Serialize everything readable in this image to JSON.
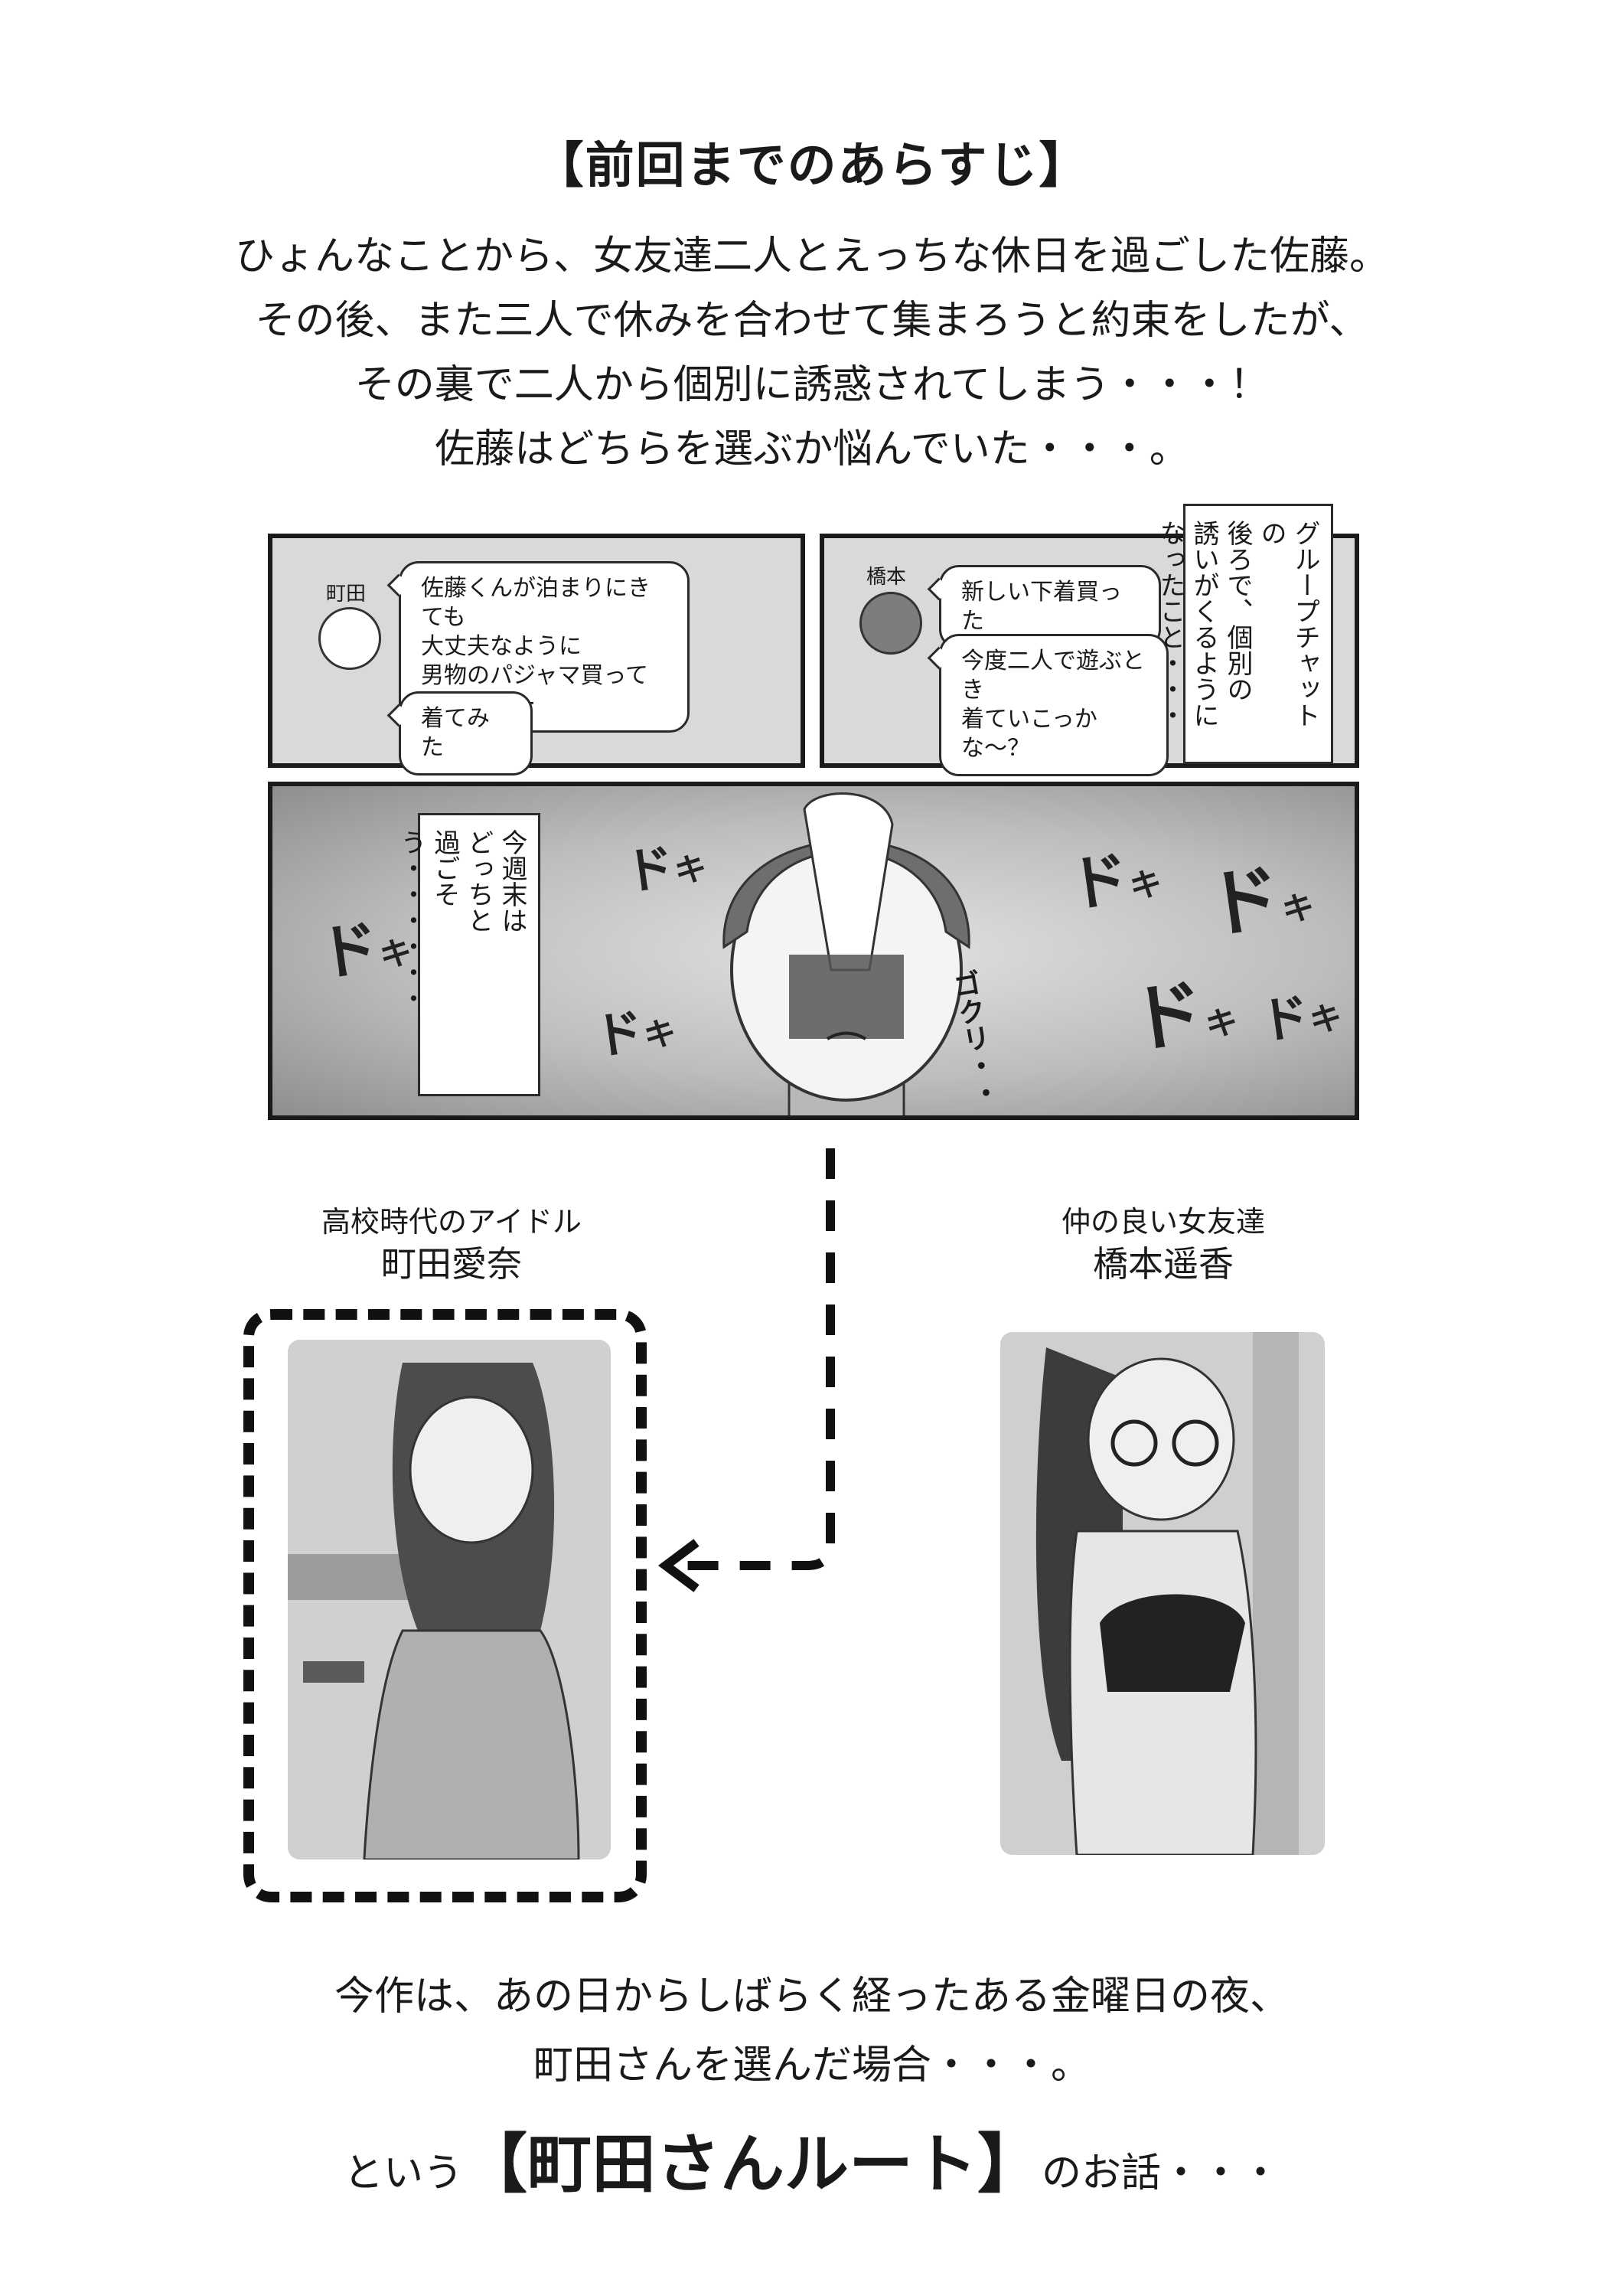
{
  "title": "【前回までのあらすじ】",
  "intro": [
    "ひょんなことから、女友達二人とえっちな休日を過ごした佐藤。",
    "その後、また三人で休みを合わせて集まろうと約束をしたが、",
    "その裏で二人から個別に誘惑されてしまう・・・！",
    "佐藤はどちらを選ぶか悩んでいた・・・。"
  ],
  "chat_left": {
    "name": "町田",
    "messages": [
      "佐藤くんが泊まりにきても\n大丈夫なように\n男物のパジャマ買って\nおいたよー",
      "着てみた"
    ]
  },
  "chat_right": {
    "name": "橋本",
    "messages": [
      "新しい下着買った",
      "今度二人で遊ぶとき\n着ていこっかな〜？"
    ]
  },
  "caption_top": "グループチャットの\n後ろで、個別の\n誘いがくるように\nなったこと・・・",
  "caption_mid": "今週末は\nどっちと\n過ごそう・・・・・・",
  "sfx": {
    "doki": "ド",
    "ki": "キ",
    "gokuri": "ゴクリ・・"
  },
  "characters": [
    {
      "subtitle": "高校時代のアイドル",
      "name": "町田愛奈"
    },
    {
      "subtitle": "仲の良い女友達",
      "name": "橋本遥香"
    }
  ],
  "outro": {
    "line1": "今作は、あの日からしばらく経ったある金曜日の夜、",
    "line2": "町田さんを選んだ場合・・・。",
    "line3_pre": "という",
    "line3_route": "【町田さんルート】",
    "line3_post": "のお話・・・"
  }
}
